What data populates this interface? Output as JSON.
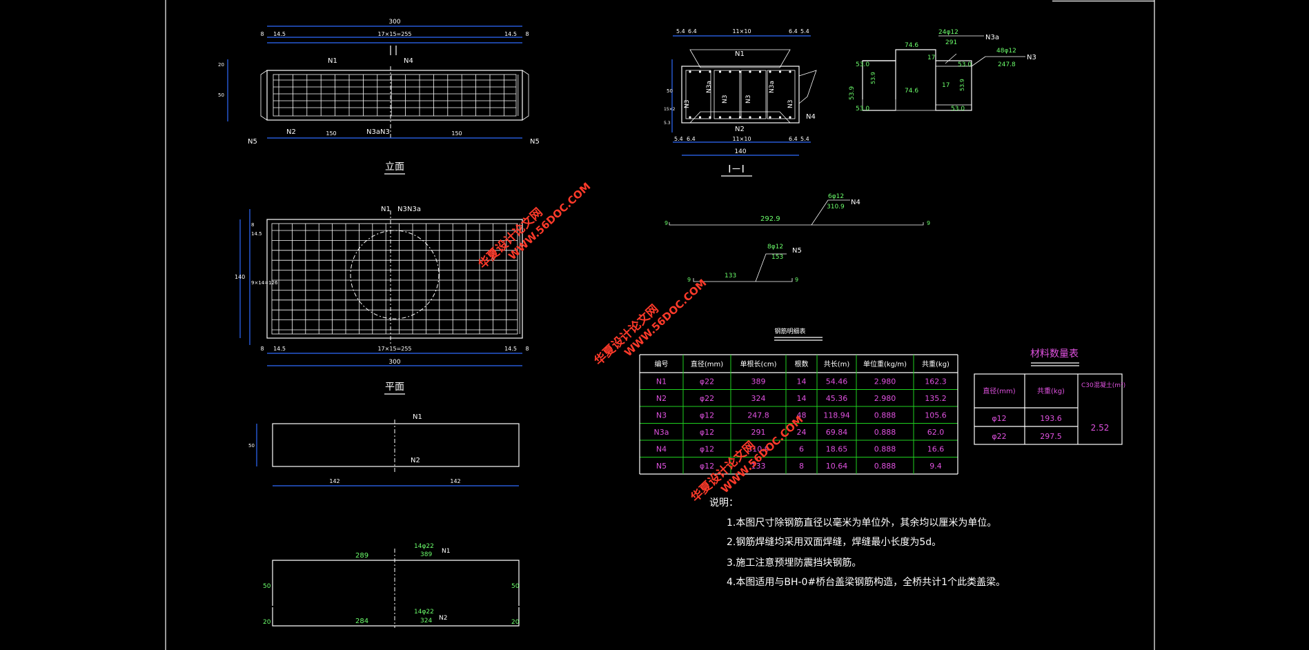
{
  "elevation_view": {
    "title": "立面",
    "total_width": "300",
    "segments_top": [
      "8",
      "14.5",
      "17×15=255",
      "14.5",
      "8"
    ],
    "left_dims": [
      "20",
      "50"
    ],
    "span_left": "150",
    "span_right": "150",
    "section_marker": "I",
    "bar_labels": [
      "N1",
      "N4",
      "N2",
      "N3a",
      "N3",
      "N5",
      "N5"
    ]
  },
  "plan_view": {
    "title": "平面",
    "total_width": "300",
    "segments_bottom": [
      "8",
      "14.5",
      "17×15=255",
      "14.5",
      "8"
    ],
    "left_total": "140",
    "left_middle": "9×14=126",
    "left_small": [
      "8",
      "14.5"
    ],
    "bar_labels": [
      "N1",
      "N3",
      "N3a"
    ]
  },
  "n1_n2_detail": {
    "top_label": "N1",
    "bottom_label": "N2",
    "left_dim": "50",
    "span_left": "142",
    "span_right": "142"
  },
  "n1_n2_shapes": {
    "n1_left_len": "289",
    "n1_spec": "14φ22",
    "n1_len": "389",
    "n1_label": "N1",
    "n2_left_len": "284",
    "n2_spec": "14φ22",
    "n2_len": "324",
    "n2_label": "N2",
    "side_dims": [
      "50",
      "50",
      "20",
      "20"
    ]
  },
  "section_view": {
    "title": "I－I",
    "top_dims": [
      "5.4",
      "6.4",
      "11×10",
      "6.4",
      "5.4"
    ],
    "bottom_dims": [
      "5.4",
      "6.4",
      "11×10",
      "6.4",
      "5.4"
    ],
    "total_width": "140",
    "left_dims": [
      "50",
      "15×2",
      "5.3"
    ],
    "labels": [
      "N1",
      "N2",
      "N3",
      "N3a",
      "N3",
      "N3",
      "N3a",
      "N3",
      "N4"
    ]
  },
  "stirrups": {
    "n3a": {
      "count_spec": "24φ12",
      "label": "N3a",
      "total": "291",
      "dims": [
        "74.6",
        "53.0",
        "53.9",
        "53.9",
        "74.6",
        "17",
        "53.0"
      ]
    },
    "n3": {
      "count_spec": "48φ12",
      "label": "N3",
      "total": "247.8",
      "dims": [
        "53.0",
        "17",
        "53.9",
        "53.0"
      ]
    }
  },
  "bent_bars": {
    "n4": {
      "spec": "6φ12",
      "length": "310.9",
      "label": "N4",
      "straight": "292.9",
      "hook": "9"
    },
    "n5": {
      "spec": "8φ12",
      "length": "153",
      "label": "N5",
      "straight": "133",
      "hook": "9"
    }
  },
  "rebar_table": {
    "title": "钢筋明细表",
    "headers": [
      "编号",
      "直径(mm)",
      "单根长(cm)",
      "根数",
      "共长(m)",
      "单位重(kg/m)",
      "共重(kg)"
    ],
    "rows": [
      [
        "N1",
        "φ22",
        "389",
        "14",
        "54.46",
        "2.980",
        "162.3"
      ],
      [
        "N2",
        "φ22",
        "324",
        "14",
        "45.36",
        "2.980",
        "135.2"
      ],
      [
        "N3",
        "φ12",
        "247.8",
        "48",
        "118.94",
        "0.888",
        "105.6"
      ],
      [
        "N3a",
        "φ12",
        "291",
        "24",
        "69.84",
        "0.888",
        "62.0"
      ],
      [
        "N4",
        "φ12",
        "310.9",
        "6",
        "18.65",
        "0.888",
        "16.6"
      ],
      [
        "N5",
        "φ12",
        "133",
        "8",
        "10.64",
        "0.888",
        "9.4"
      ]
    ]
  },
  "material_table": {
    "title": "材料数量表",
    "headers": [
      "直径(mm)",
      "共重(kg)",
      "C30混凝土(m³)"
    ],
    "rows": [
      [
        "φ12",
        "193.6"
      ],
      [
        "φ22",
        "297.5"
      ]
    ],
    "concrete": "2.52"
  },
  "notes": {
    "heading": "说明：",
    "items": [
      "1.本图尺寸除钢筋直径以毫米为单位外，其余均以厘米为单位。",
      "2.钢筋焊缝均采用双面焊缝，焊缝最小长度为5d。",
      "3.施工注意预埋防震挡块钢筋。",
      "4.本图适用与BH-0#桥台盖梁钢筋构造，全桥共计1个此类盖梁。"
    ]
  },
  "watermark": {
    "site": "华夏设计论文网",
    "url": "WWW.56DOC.COM"
  },
  "colors": {
    "background": "#000000",
    "outline": "#ffffff",
    "dimension": "#2f6bff",
    "table_grid": "#1fd21f",
    "label_green": "#6cff6c",
    "table_text": "#e052e0",
    "watermark": "#ff3a2a"
  }
}
